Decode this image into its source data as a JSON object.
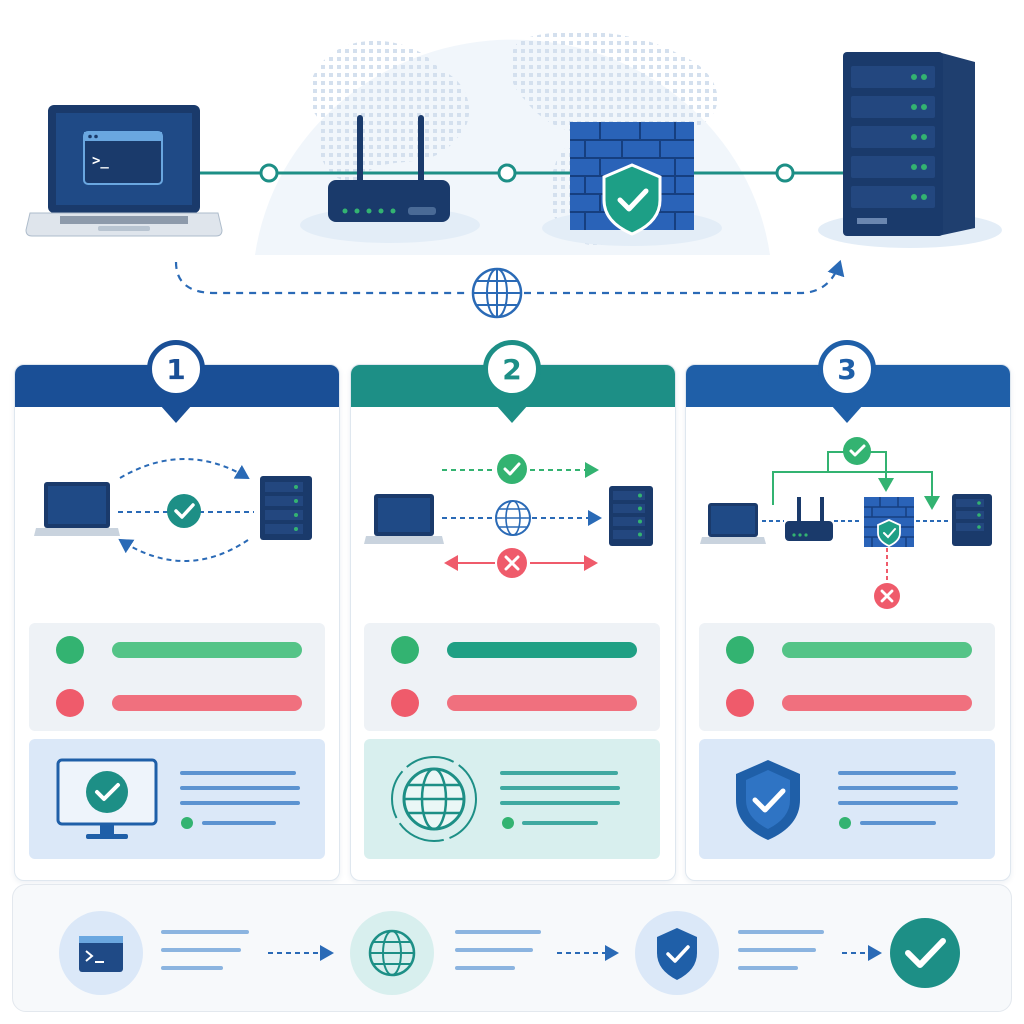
{
  "steps": [
    {
      "number": "1",
      "color": "#1a4f96"
    },
    {
      "number": "2",
      "color": "#1d8f86"
    },
    {
      "number": "3",
      "color": "#1f5fa8"
    }
  ],
  "terminal_prompt": ">_",
  "colors": {
    "navy": "#1a3a6b",
    "blue": "#1f5fa8",
    "teal": "#1d8f86",
    "green": "#33b371",
    "red": "#ef5b6b",
    "connector": "#1d8f86",
    "dashed": "#2a6ab6",
    "panel_blue": "#dbe8f8",
    "panel_teal": "#d8efee"
  },
  "icons": [
    "laptop-icon",
    "router-icon",
    "firewall-icon",
    "server-icon",
    "globe-icon",
    "check-icon",
    "cross-icon",
    "shield-icon",
    "monitor-icon",
    "terminal-icon"
  ]
}
